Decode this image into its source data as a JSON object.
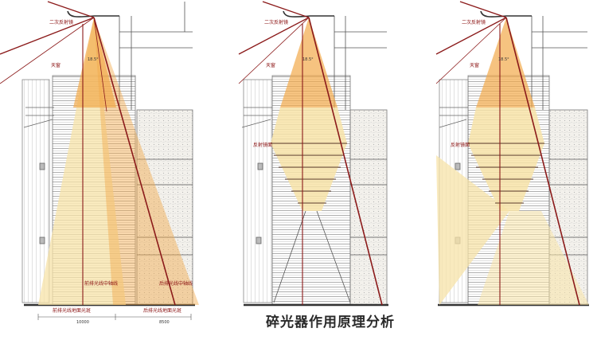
{
  "colors": {
    "beam": "#f2a94a",
    "beam_light": "#f7e3a8",
    "ray": "#8b1a1a",
    "line": "#555555",
    "hatch": "#9a9a9a",
    "caption": "#2a2a2a"
  },
  "panels": [
    {
      "id": "front-back",
      "labels": {
        "mirror": "二次反射镜",
        "skylight": "天窗",
        "front_axis": "前排光线中轴线",
        "back_axis": "后排光线中轴线",
        "front_spot": "前排光线地面光斑",
        "back_spot": "后排光线地面光斑",
        "angle": "18.5°"
      },
      "dims": [
        "10000",
        "8500"
      ]
    },
    {
      "id": "diffuser",
      "labels": {
        "mirror": "二次反射镜",
        "skylight": "天窗",
        "diffuser_mirror": "反射镜面",
        "angle": "18.5°"
      }
    },
    {
      "id": "diffuser-spread",
      "labels": {
        "mirror": "二次反射镜",
        "skylight": "天窗",
        "diffuser_mirror": "反射镜面",
        "angle": "18.5°"
      }
    }
  ],
  "caption": "碎光器作用原理分析"
}
